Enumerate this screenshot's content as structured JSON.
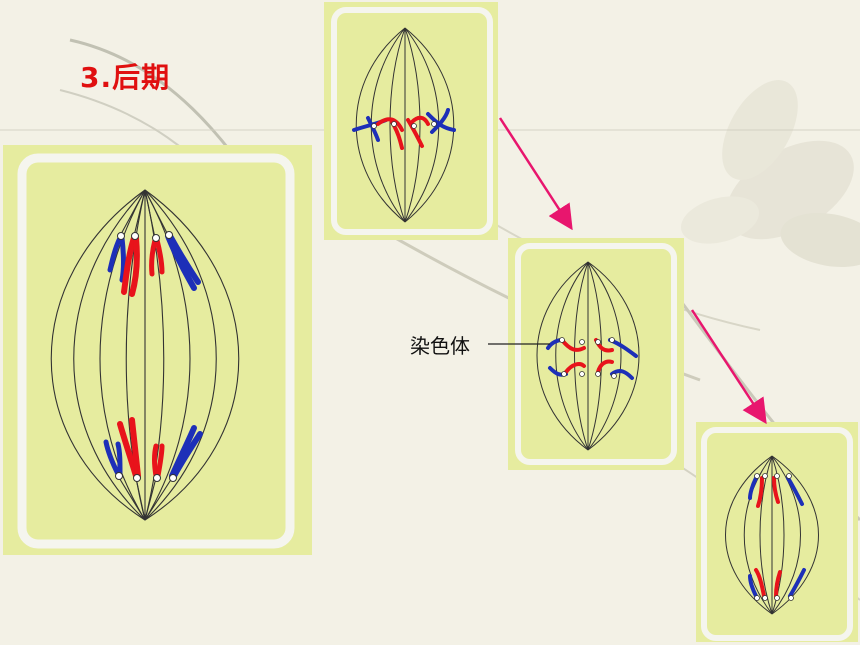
{
  "slide": {
    "title": "3.后期",
    "chromosome_label": "染色体"
  },
  "colors": {
    "background": "#f3f1e6",
    "cell_fill": "#e6ec9f",
    "cell_border": "#f5f5ee",
    "title_red": "#e01010",
    "chromosome_red": "#e8131b",
    "chromosome_blue": "#1d2fb8",
    "arrow_pink": "#e8166e",
    "spindle_line": "#333333"
  },
  "panels": [
    {
      "id": "large-anaphase",
      "stage": "anaphase"
    },
    {
      "id": "small-metaphase",
      "stage": "metaphase"
    },
    {
      "id": "small-early-anaphase",
      "stage": "early-anaphase"
    },
    {
      "id": "small-late-anaphase",
      "stage": "late-anaphase"
    }
  ],
  "arrows": [
    {
      "from": "small-metaphase",
      "to": "small-early-anaphase"
    },
    {
      "from": "small-early-anaphase",
      "to": "small-late-anaphase"
    }
  ]
}
